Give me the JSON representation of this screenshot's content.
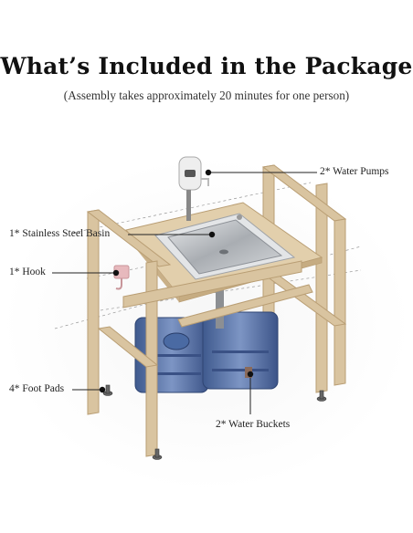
{
  "heading": {
    "title": "What’s Included in the Package",
    "subtitle": "(Assembly takes approximately 20 minutes for one person)"
  },
  "callouts": {
    "water_pumps": "2* Water Pumps",
    "basin": "1* Stainless Steel Basin",
    "hook": "1* Hook",
    "foot_pads": "4* Foot Pads",
    "water_buckets": "2* Water Buckets"
  },
  "colors": {
    "wood": "#d9c4a0",
    "wood_dark": "#b99e74",
    "steel": "#b8bcc0",
    "bucket": "#5f78a8",
    "hook": "#e7b9bd",
    "pump": "#e8e8e8"
  }
}
